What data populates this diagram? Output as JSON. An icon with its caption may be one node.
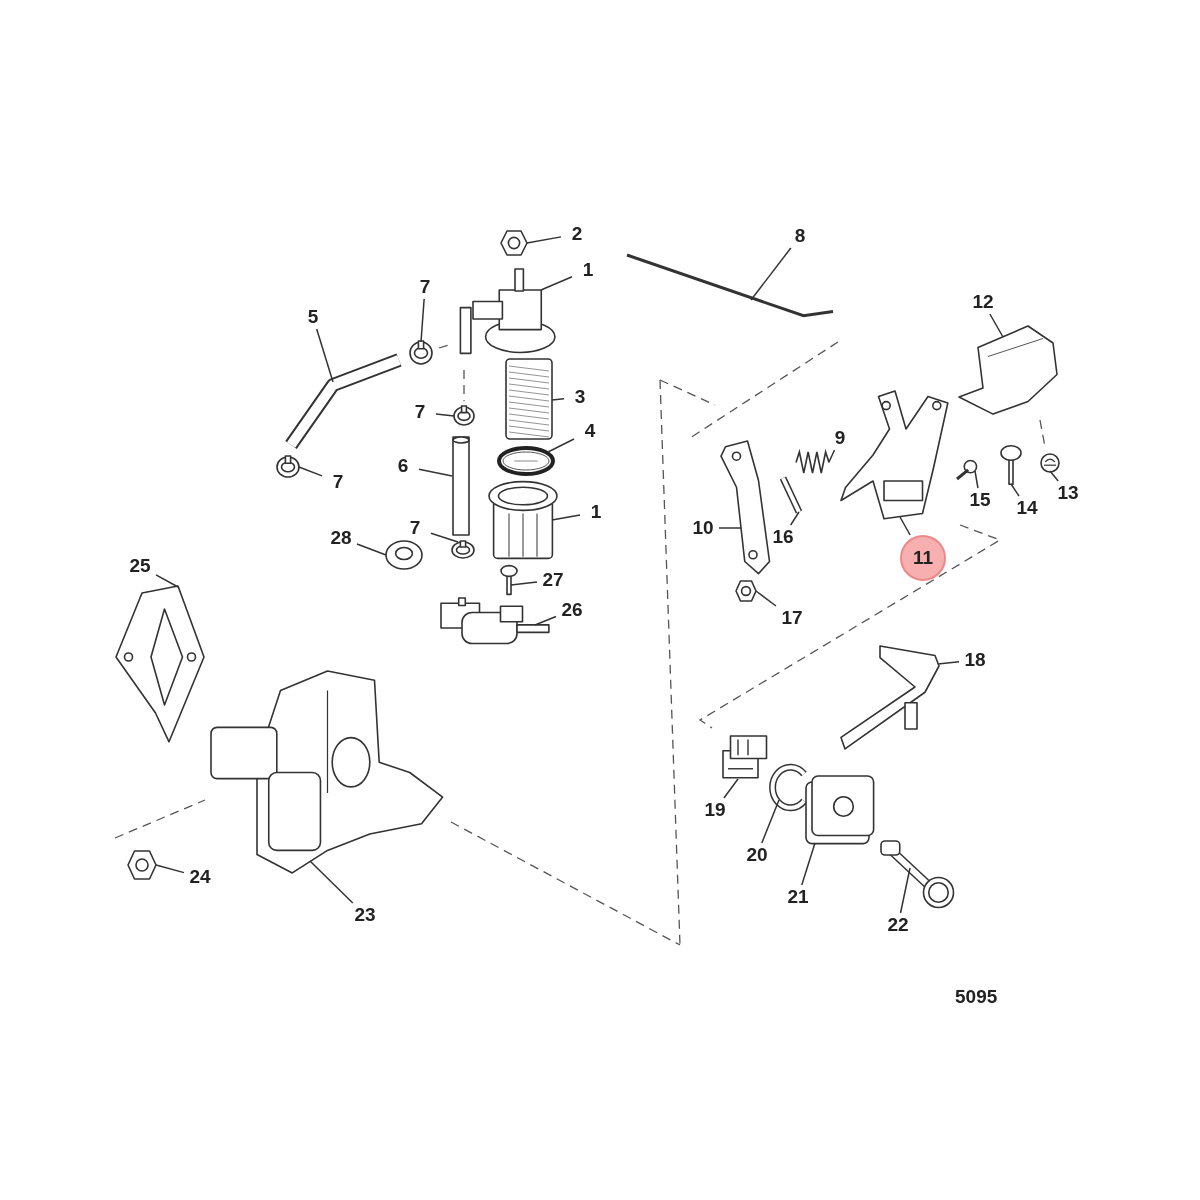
{
  "diagram": {
    "nodes": [
      {
        "text": [
          "2"
        ]
      },
      {
        "text": [],
        "shape": "picture"
      },
      {
        "text": [
          "1"
        ]
      },
      {
        "text": [],
        "shape": "picture"
      },
      {
        "text": [
          "7"
        ]
      },
      {
        "text": [],
        "shape": "picture"
      },
      {
        "text": [
          "5"
        ]
      },
      {
        "text": [],
        "shape": "picture"
      },
      {
        "text": [
          "3"
        ]
      },
      {
        "text": [],
        "shape": "picture"
      },
      {
        "text": [
          "7"
        ]
      },
      {
        "text": [],
        "shape": "picture"
      },
      {
        "text": [
          "4"
        ]
      },
      {
        "text": [],
        "shape": "picture"
      },
      {
        "text": [
          "6"
        ]
      },
      {
        "text": [],
        "shape": "picture"
      },
      {
        "text": [
          "7"
        ]
      },
      {
        "text": [],
        "shape": "picture"
      },
      {
        "text": [
          "1"
        ]
      },
      {
        "text": [],
        "shape": "picture"
      },
      {
        "text": [
          "28"
        ]
      },
      {
        "text": [],
        "shape": "picture"
      },
      {
        "text": [
          "7"
        ]
      },
      {
        "text": [],
        "shape": "picture"
      },
      {
        "text": [
          "27"
        ]
      },
      {
        "text": [],
        "shape": "picture"
      },
      {
        "text": [
          "26"
        ]
      },
      {
        "text": [],
        "shape": "picture"
      },
      {
        "text": [
          "25"
        ]
      },
      {
        "text": [],
        "shape": "picture"
      },
      {
        "text": [
          "24"
        ]
      },
      {
        "text": [],
        "shape": "picture"
      },
      {
        "text": [
          "23"
        ]
      },
      {
        "text": [],
        "shape": "picture"
      },
      {
        "text": [
          "8"
        ]
      },
      {
        "text": [],
        "shape": "picture"
      },
      {
        "text": [
          "12"
        ]
      },
      {
        "text": [],
        "shape": "picture"
      },
      {
        "text": [
          "9"
        ]
      },
      {
        "text": [],
        "shape": "picture"
      },
      {
        "text": [
          "15"
        ]
      },
      {
        "text": [],
        "shape": "picture"
      },
      {
        "text": [
          "14"
        ]
      },
      {
        "text": [],
        "shape": "picture"
      },
      {
        "text": [
          "13"
        ]
      },
      {
        "text": [],
        "shape": "picture"
      },
      {
        "text": [
          "10"
        ]
      },
      {
        "text": [],
        "shape": "picture"
      },
      {
        "text": [
          "16"
        ]
      },
      {
        "text": [],
        "shape": "picture"
      },
      {
        "text": [
          "11"
        ]
      },
      {
        "text": [],
        "shape": "picture"
      },
      {
        "text": [
          "17"
        ]
      },
      {
        "text": [],
        "shape": "picture"
      },
      {
        "text": [
          "18"
        ]
      },
      {
        "text": [],
        "shape": "picture"
      },
      {
        "text": [
          "19"
        ]
      },
      {
        "text": [],
        "shape": "picture"
      },
      {
        "text": [
          "20"
        ]
      },
      {
        "text": [],
        "shape": "picture"
      },
      {
        "text": [
          "21"
        ]
      },
      {
        "text": [],
        "shape": "picture"
      },
      {
        "text": [
          "22"
        ]
      },
      {
        "text": [],
        "shape": "picture"
      }
    ],
    "edges": [
      {
        "from": 0,
        "to": 1,
        "arrow": "none"
      },
      {
        "from": 2,
        "to": 3,
        "arrow": "none"
      },
      {
        "from": 4,
        "to": 5,
        "arrow": "none"
      },
      {
        "from": 6,
        "to": 7,
        "arrow": "none"
      },
      {
        "from": 8,
        "to": 9,
        "arrow": "none"
      },
      {
        "from": 10,
        "to": 11,
        "arrow": "none"
      },
      {
        "from": 12,
        "to": 13,
        "arrow": "none"
      },
      {
        "from": 14,
        "to": 15,
        "arrow": "none"
      },
      {
        "from": 16,
        "to": 17,
        "arrow": "none"
      },
      {
        "from": 18,
        "to": 19,
        "arrow": "none"
      },
      {
        "from": 20,
        "to": 21,
        "arrow": "none"
      },
      {
        "from": 22,
        "to": 23,
        "arrow": "none"
      },
      {
        "from": 24,
        "to": 25,
        "arrow": "none"
      },
      {
        "from": 26,
        "to": 27,
        "arrow": "none"
      },
      {
        "from": 28,
        "to": 29,
        "arrow": "none"
      },
      {
        "from": 30,
        "to": 31,
        "arrow": "none"
      },
      {
        "from": 32,
        "to": 33,
        "arrow": "none"
      },
      {
        "from": 34,
        "to": 35,
        "arrow": "none"
      },
      {
        "from": 36,
        "to": 37,
        "arrow": "none"
      },
      {
        "from": 38,
        "to": 39,
        "arrow": "none"
      },
      {
        "from": 40,
        "to": 41,
        "arrow": "none"
      },
      {
        "from": 42,
        "to": 43,
        "arrow": "none"
      },
      {
        "from": 44,
        "to": 45,
        "arrow": "none"
      },
      {
        "from": 46,
        "to": 47,
        "arrow": "none"
      },
      {
        "from": 48,
        "to": 49,
        "arrow": "none"
      },
      {
        "from": 50,
        "to": 51,
        "arrow": "none"
      },
      {
        "from": 52,
        "to": 53,
        "arrow": "none"
      },
      {
        "from": 54,
        "to": 55,
        "arrow": "none"
      },
      {
        "from": 56,
        "to": 57,
        "arrow": "none"
      },
      {
        "from": 58,
        "to": 59,
        "arrow": "none"
      },
      {
        "from": 60,
        "to": 61,
        "arrow": "none"
      },
      {
        "from": 62,
        "to": 63,
        "arrow": "none"
      }
    ],
    "labels": [
      "5095"
    ]
  }
}
